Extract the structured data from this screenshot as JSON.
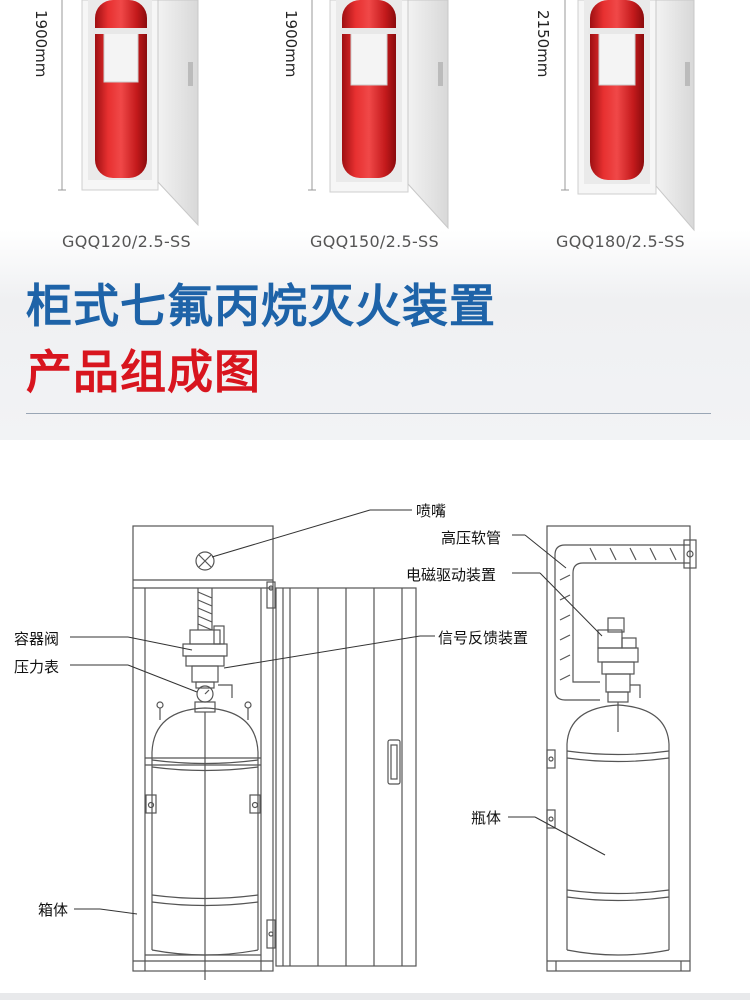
{
  "header_products": [
    {
      "height_label": "1900mm",
      "model": "GQQ120/2.5-SS"
    },
    {
      "height_label": "1900mm",
      "model": "GQQ150/2.5-SS"
    },
    {
      "height_label": "2150mm",
      "model": "GQQ180/2.5-SS"
    }
  ],
  "headline": "柜式七氟丙烷灭火装置",
  "subheadline": "产品组成图",
  "diagram": {
    "callouts": {
      "nozzle": "喷嘴",
      "high_pressure_hose": "高压软管",
      "solenoid_driver": "电磁驱动装置",
      "container_valve": "容器阀",
      "pressure_gauge": "压力表",
      "signal_feedback": "信号反馈装置",
      "bottle_body": "瓶体",
      "cabinet_body": "箱体"
    }
  },
  "colors": {
    "headline_blue": "#1e63a8",
    "subheadline_red": "#d8151e",
    "cylinder_red": "#e02323",
    "line_art": "#555555"
  }
}
